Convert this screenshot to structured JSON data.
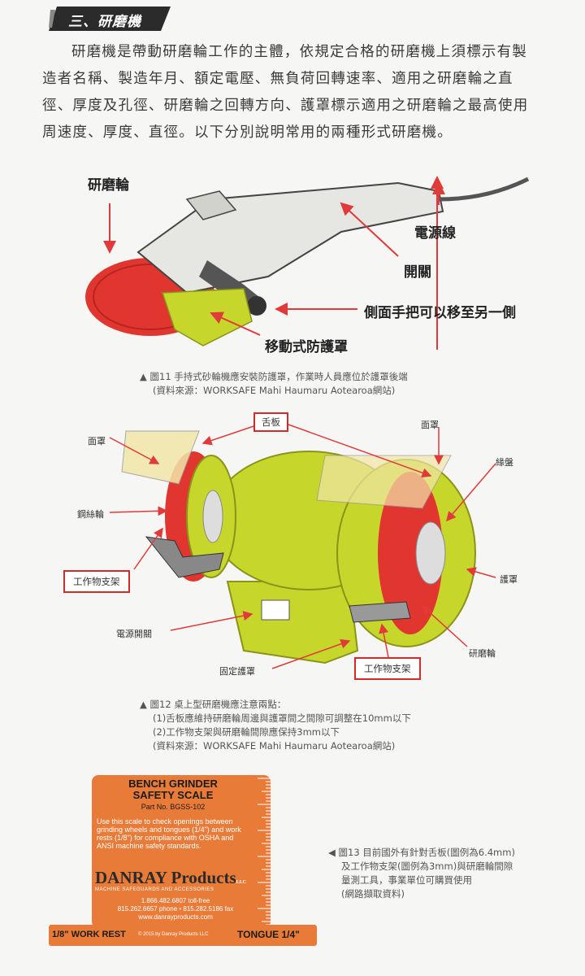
{
  "section": {
    "title": "三、研磨機"
  },
  "intro": {
    "text": "研磨機是帶動研磨輪工作的主體，依規定合格的研磨機上須標示有製造者名稱、製造年月、額定電壓、無負荷回轉速率、適用之研磨輪之直徑、厚度及孔徑、研磨輪之回轉方向、護罩標示適用之研磨輪之最高使用周速度、厚度、直徑。以下分別說明常用的兩種形式研磨機。"
  },
  "fig11": {
    "labels": {
      "wheel": "研磨輪",
      "cord": "電源線",
      "switch": "開關",
      "handle": "側面手把可以移至另一側",
      "guard": "移動式防護罩"
    },
    "caption_line1": "▲ 圖11 手持式砂輪機應安裝防護罩，作業時人員應位於護罩後端",
    "caption_line2": "(資料來源：WORKSAFE Mahi Haumaru Aotearoa網站)"
  },
  "fig12": {
    "labels": {
      "tongue": "舌板",
      "face_shield_left": "面罩",
      "face_shield_right": "面罩",
      "flange": "緣盤",
      "wire_wheel": "鋼絲輪",
      "work_rest_left": "工作物支架",
      "guard": "護罩",
      "power_switch": "電源開關",
      "grinding_wheel": "研磨輪",
      "fixed_guard": "固定護罩",
      "work_rest_right": "工作物支架"
    },
    "caption_line1": "▲ 圖12 桌上型研磨機應注意兩點：",
    "caption_line2": "(1)舌板應維持研磨輪周邊與護罩間之間隙可調整在10mm以下",
    "caption_line3": "(2)工作物支架與研磨輪間隙應保持3mm以下",
    "caption_line4": "(資料來源：WORKSAFE Mahi Haumaru Aotearoa網站)"
  },
  "fig13": {
    "card": {
      "title1": "BENCH GRINDER",
      "title2": "SAFETY SCALE",
      "part_no": "Part No. BGSS-102",
      "body": "Use this scale to check openings between grinding wheels and tongues (1/4\") and work rests (1/8\") for compliance with OSHA and ANSI machine safety standards.",
      "brand": "DANRAY Products",
      "brand_suffix": "LLC",
      "tagline": "MACHINE SAFEGUARDS AND ACCESSORIES",
      "phone1": "1.866.482.6807 toll-free",
      "phone2": "815.262.6657 phone • 815.282.5186 fax",
      "web": "www.danrayproducts.com",
      "work_rest": "1/8\" WORK REST",
      "copyright": "© 2015 by Danray Products LLC",
      "tongue": "TONGUE 1/4\""
    },
    "caption_line1": "◀ 圖13 目前國外有針對舌板(圖例為6.4mm)",
    "caption_line2": "及工作物支架(圖例為3mm)與研磨輪間隙",
    "caption_line3": "量測工具，事業單位可購買使用",
    "caption_line4": "(網路擷取資料)"
  },
  "colors": {
    "accent_red": "#d42a2a",
    "heading_bg": "#2b2b2b",
    "scale_orange": "#e97b38",
    "grinder_green": "#c6d62a"
  }
}
